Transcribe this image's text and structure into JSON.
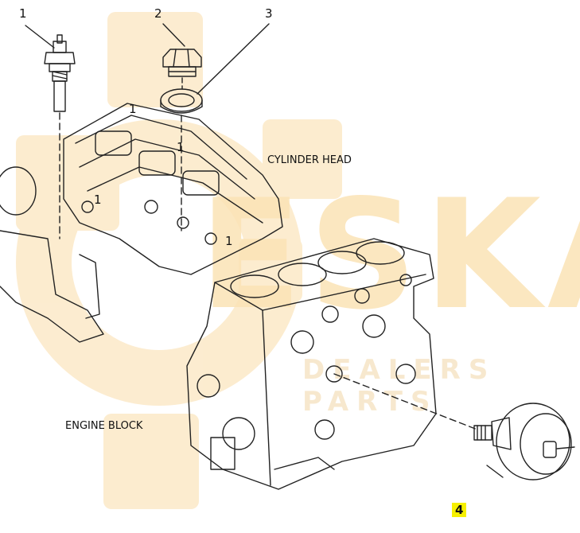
{
  "labels": {
    "cylinder_head": "CYLINDER HEAD",
    "engine_block": "ENGINE BLOCK"
  },
  "callouts": [
    "1",
    "2",
    "3",
    "4",
    "1",
    "1",
    "1",
    "1"
  ],
  "watermark": {
    "text": "ESKA",
    "sub": "DEALERS PARTS",
    "color": "#fbe3b6"
  },
  "colors": {
    "highlight": "#f6f000",
    "line": "#222222"
  }
}
